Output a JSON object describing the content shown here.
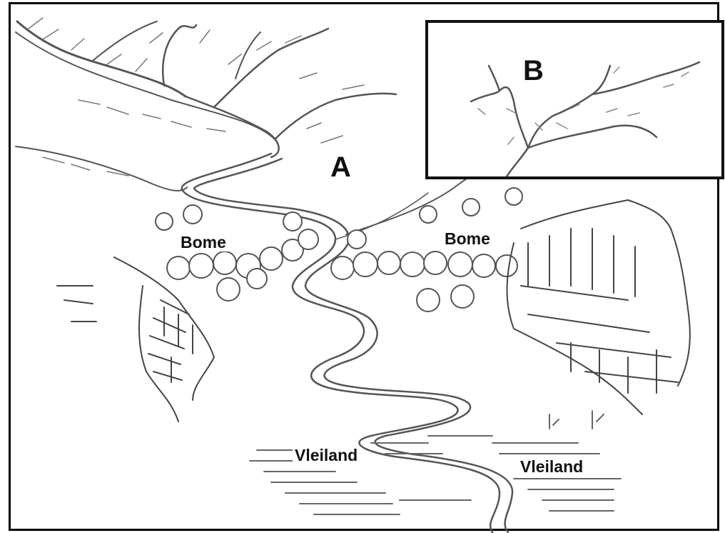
{
  "labels": {
    "main_label": "A",
    "inset_label": "B",
    "trees_left": "Bome",
    "trees_right": "Bome",
    "marsh_left": "Vleiland",
    "marsh_right": "Vleiland"
  },
  "colors": {
    "ink": "#222222",
    "sketch": "#6a6a6a",
    "border": "#000000"
  }
}
